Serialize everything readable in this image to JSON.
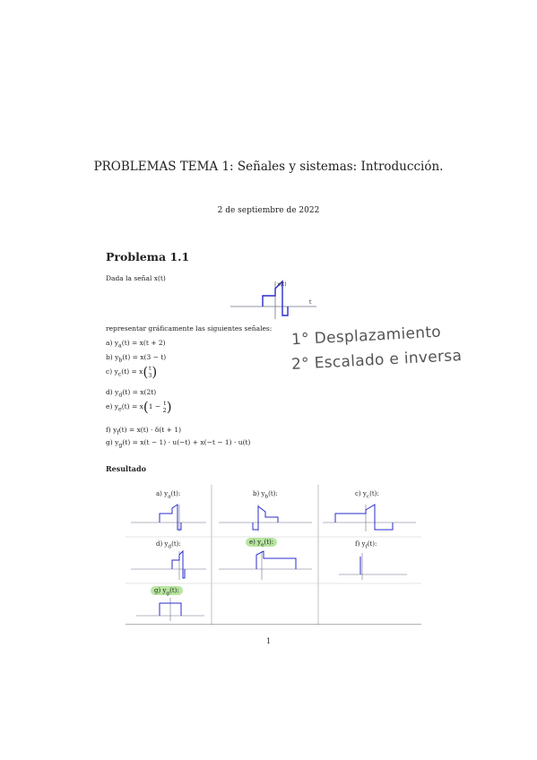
{
  "document": {
    "title": "PROBLEMAS TEMA 1: Señales y sistemas: Introducción.",
    "date": "2 de septiembre de 2022",
    "page_number": "1"
  },
  "problem": {
    "heading": "Problema 1.1",
    "intro": "Dada la señal x(t)",
    "figure_label": "x(t)",
    "axis_t": "t",
    "instruction": "representar gráficamente las siguientes señales:",
    "items": [
      {
        "prefix": "a) y",
        "sub": "a",
        "eq": "(t) = x(t + 2)"
      },
      {
        "prefix": "b) y",
        "sub": "b",
        "eq": "(t) = x(3 − t)"
      },
      {
        "prefix": "c) y",
        "sub": "c",
        "pre": "(t) = x",
        "num": "t",
        "den": "3"
      },
      {
        "prefix": "d) y",
        "sub": "d",
        "eq": "(t) = x(2t)"
      },
      {
        "prefix": "e) y",
        "sub": "e",
        "pre": "(t) = x",
        "lead": "1 −",
        "num": "t",
        "den": "2"
      },
      {
        "prefix": "f) y",
        "sub": "f",
        "eq": "(t) = x(t) · δ(t + 1)"
      },
      {
        "prefix": "g) y",
        "sub": "g",
        "eq": "(t) = x(t − 1) · u(−t) + x(−t − 1) · u(t)"
      }
    ]
  },
  "notes": {
    "line1": "1° Desplazamiento",
    "line2": "2° Escalado e inversa"
  },
  "results": {
    "heading": "Resultado",
    "cells": [
      {
        "label": "a) y",
        "sub": "a",
        "arg": "(t):",
        "highlight": false
      },
      {
        "label": "b) y",
        "sub": "b",
        "arg": "(t):",
        "highlight": false
      },
      {
        "label": "c) y",
        "sub": "c",
        "arg": "(t):",
        "highlight": false
      },
      {
        "label": "d) y",
        "sub": "d",
        "arg": "(t):",
        "highlight": false
      },
      {
        "label": "e) y",
        "sub": "e",
        "arg": "(t):",
        "highlight": true
      },
      {
        "label": "f) y",
        "sub": "f",
        "arg": "(t):",
        "highlight": false
      },
      {
        "label": "g) y",
        "sub": "g",
        "arg": "(t):",
        "highlight": true
      }
    ]
  },
  "colors": {
    "signal": "#2b2bcc",
    "axis": "#6f6f8a",
    "highlight": "#b8e6a0"
  }
}
